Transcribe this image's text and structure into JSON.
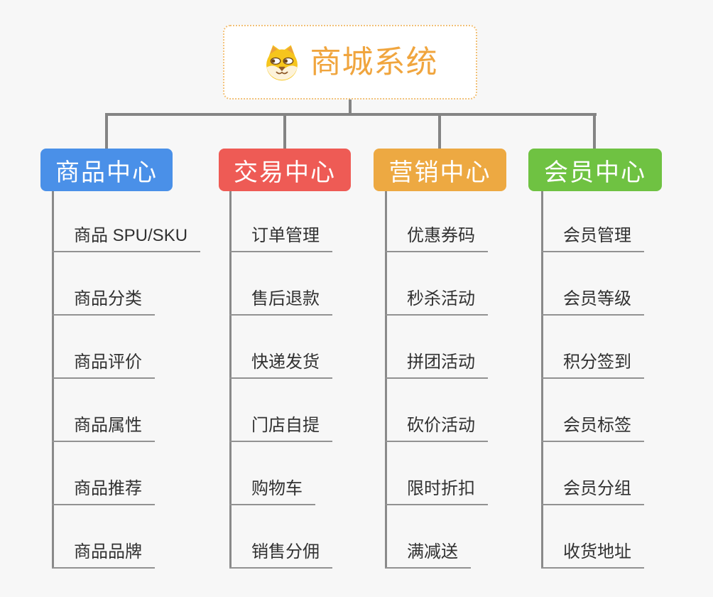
{
  "canvas": {
    "background": "#f7f7f7",
    "connector_color": "#848484"
  },
  "root": {
    "title": "商城系统",
    "icon": "dog-face-icon",
    "text_color": "#f0a53e",
    "border_color": "#f2c178"
  },
  "branches": [
    {
      "label": "商品中心",
      "color": "#4a90e8",
      "items": [
        "商品 SPU/SKU",
        "商品分类",
        "商品评价",
        "商品属性",
        "商品推荐",
        "商品品牌"
      ]
    },
    {
      "label": "交易中心",
      "color": "#ee5b55",
      "items": [
        "订单管理",
        "售后退款",
        "快递发货",
        "门店自提",
        "购物车",
        "销售分佣"
      ]
    },
    {
      "label": "营销中心",
      "color": "#eda942",
      "items": [
        "优惠券码",
        "秒杀活动",
        "拼团活动",
        "砍价活动",
        "限时折扣",
        "满减送"
      ]
    },
    {
      "label": "会员中心",
      "color": "#6fc242",
      "items": [
        "会员管理",
        "会员等级",
        "积分签到",
        "会员标签",
        "会员分组",
        "收货地址"
      ]
    }
  ]
}
